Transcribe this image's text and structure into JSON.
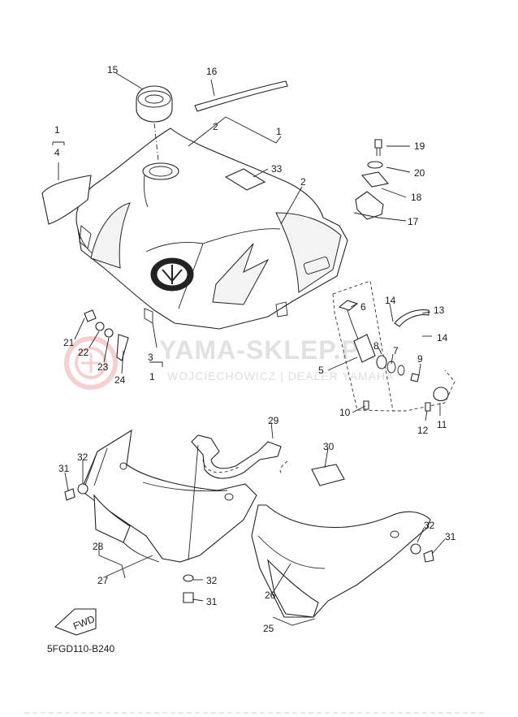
{
  "diagram_code": "5FGD110-B240",
  "watermark": {
    "main": "YAMA-SKLEP.PL",
    "sub": "WOJCIECHOWICZ | DEALER YAMAHA",
    "logo": "yama-sklep-circle-logo"
  },
  "fwd_badge": "FWD",
  "callouts": {
    "c1a": "1",
    "c4": "4",
    "c2a": "2",
    "c1b": "1",
    "c2b": "2",
    "c15": "15",
    "c16": "16",
    "c33": "33",
    "c19": "19",
    "c20": "20",
    "c18": "18",
    "c17": "17",
    "c6": "6",
    "c14a": "14",
    "c13": "13",
    "c14b": "14",
    "c8": "8",
    "c7": "7",
    "c9": "9",
    "c5": "5",
    "c10": "10",
    "c12": "12",
    "c11": "11",
    "c21": "21",
    "c22": "22",
    "c23": "23",
    "c24": "24",
    "c3": "3",
    "c1c": "1",
    "c29": "29",
    "c30": "30",
    "c32a": "32",
    "c31a": "31",
    "c28": "28",
    "c27": "27",
    "c32b": "32",
    "c31b": "31",
    "c32c": "32",
    "c31c": "31",
    "c26": "26",
    "c25": "25"
  }
}
